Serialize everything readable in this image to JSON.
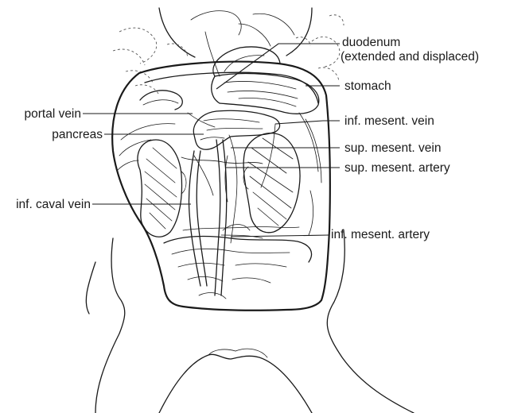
{
  "labels": {
    "duodenum": "duodenum",
    "duodenum_note": "(extended and displaced)",
    "stomach": "stomach",
    "portal_vein": "portal vein",
    "pancreas": "pancreas",
    "inf_mesent_vein": "inf. mesent. vein",
    "sup_mesent_vein": "sup. mesent. vein",
    "sup_mesent_artery": "sup. mesent. artery",
    "inf_caval_vein": "inf. caval vein",
    "inf_mesent_artery": "inf. mesent. artery"
  },
  "colors": {
    "ink": "#1a1a1a",
    "background": "#ffffff"
  }
}
